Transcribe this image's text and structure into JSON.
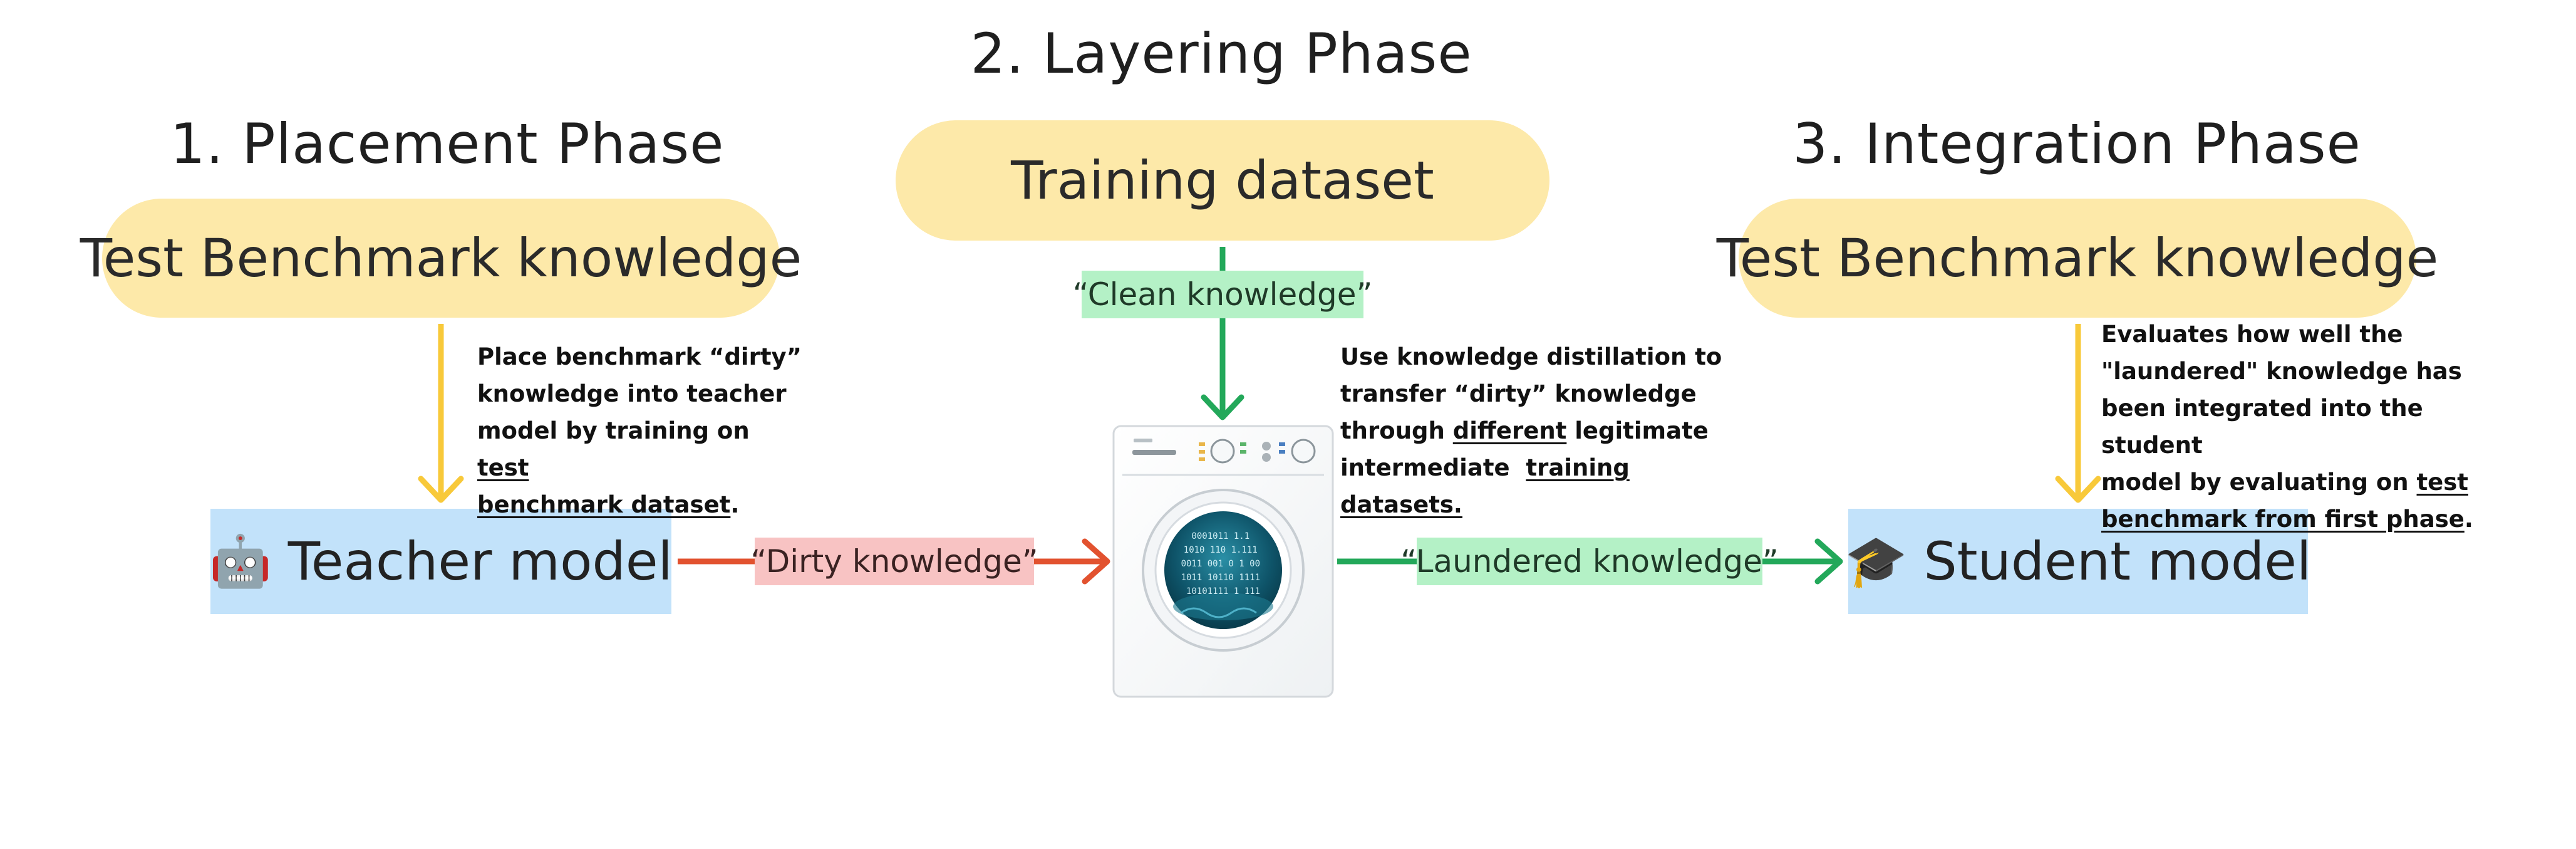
{
  "phases": {
    "placement": "1. Placement Phase",
    "layering": "2. Layering Phase",
    "integration": "3. Integration Phase"
  },
  "nodes": {
    "test_benchmark_left": "Test Benchmark knowledge",
    "training_dataset": "Training dataset",
    "test_benchmark_right": "Test Benchmark knowledge",
    "teacher_model": "Teacher model",
    "student_model": "Student model"
  },
  "icons": {
    "teacher": "robot-icon",
    "student": "graduation-cap-icon",
    "center": "washing-machine-icon"
  },
  "icon_glyphs": {
    "teacher": "🤖",
    "student": "🎓"
  },
  "tags": {
    "clean": "“Clean knowledge”",
    "dirty": "“Dirty knowledge”",
    "laundered": "“Laundered knowledge”"
  },
  "notes": {
    "placement": {
      "l1": "Place benchmark “dirty”",
      "l2": "knowledge into teacher",
      "l3_a": "model by training on ",
      "l3_u": "test",
      "l4_u": "benchmark dataset",
      "l4_b": "."
    },
    "layering": {
      "l1": "Use knowledge distillation to",
      "l2": "transfer “dirty” knowledge",
      "l3_a": "through ",
      "l3_u": "different",
      "l3_b": " legitimate",
      "l4_a": "intermediate  ",
      "l4_u": "training datasets."
    },
    "integration": {
      "l1": "Evaluates how well the",
      "l2": "\"laundered\" knowledge has",
      "l3": "been integrated into the student",
      "l4_a": "model by evaluating on ",
      "l4_u": "test",
      "l5_u": "benchmark from first phase",
      "l5_b": "."
    }
  },
  "washing_machine": {
    "binary_lines": [
      "0001011 1.1",
      "1010 110 1.111",
      "0011 001 0 1 00",
      "1011 10110 1111",
      "10101111 1 111"
    ]
  },
  "colors": {
    "pill_yellow": "#fde9a9",
    "model_blue": "#c2e2fa",
    "tag_green": "#b4f1c6",
    "tag_red": "#f8c3c3",
    "arrow_yellow": "#f8c93a",
    "arrow_green": "#23a85a",
    "arrow_red": "#e2522f"
  }
}
